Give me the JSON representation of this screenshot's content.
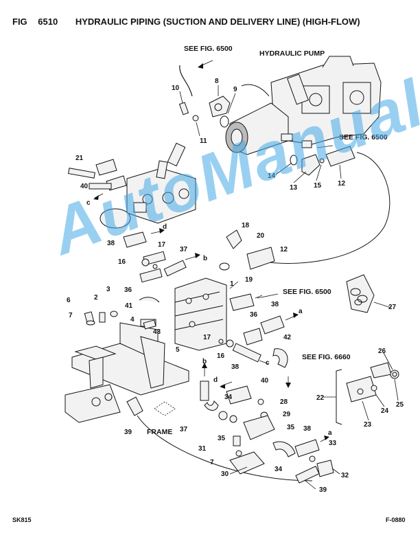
{
  "header": {
    "fig_label": "FIG",
    "fig_number": "6510",
    "title": "HYDRAULIC PIPING (SUCTION AND DELIVERY LINE) (HIGH-FLOW)"
  },
  "notes": {
    "see_6500_top": "SEE FIG. 6500",
    "hydraulic_pump": "HYDRAULIC PUMP",
    "see_6500_right": "SEE FIG. 6500",
    "see_6500_mid": "SEE FIG. 6500",
    "see_6660": "SEE FIG. 6660",
    "frame": "FRAME"
  },
  "callouts": [
    {
      "text": "8"
    },
    {
      "text": "9"
    },
    {
      "text": "10"
    },
    {
      "text": "11"
    },
    {
      "text": "21"
    },
    {
      "text": "40"
    },
    {
      "text": "c"
    },
    {
      "text": "14"
    },
    {
      "text": "13"
    },
    {
      "text": "15"
    },
    {
      "text": "12"
    },
    {
      "text": "d"
    },
    {
      "text": "38"
    },
    {
      "text": "17"
    },
    {
      "text": "16"
    },
    {
      "text": "37"
    },
    {
      "text": "b"
    },
    {
      "text": "18"
    },
    {
      "text": "20"
    },
    {
      "text": "12"
    },
    {
      "text": "19"
    },
    {
      "text": "1"
    },
    {
      "text": "36"
    },
    {
      "text": "41"
    },
    {
      "text": "6"
    },
    {
      "text": "2"
    },
    {
      "text": "3"
    },
    {
      "text": "7"
    },
    {
      "text": "4"
    },
    {
      "text": "43"
    },
    {
      "text": "5"
    },
    {
      "text": "17"
    },
    {
      "text": "16"
    },
    {
      "text": "38"
    },
    {
      "text": "a"
    },
    {
      "text": "36"
    },
    {
      "text": "42"
    },
    {
      "text": "c"
    },
    {
      "text": "40"
    },
    {
      "text": "27"
    },
    {
      "text": "b"
    },
    {
      "text": "d"
    },
    {
      "text": "38"
    },
    {
      "text": "34"
    },
    {
      "text": "28"
    },
    {
      "text": "29"
    },
    {
      "text": "37"
    },
    {
      "text": "35"
    },
    {
      "text": "39"
    },
    {
      "text": "38"
    },
    {
      "text": "a"
    },
    {
      "text": "35"
    },
    {
      "text": "33"
    },
    {
      "text": "31"
    },
    {
      "text": "7"
    },
    {
      "text": "34"
    },
    {
      "text": "30"
    },
    {
      "text": "32"
    },
    {
      "text": "39"
    },
    {
      "text": "26"
    },
    {
      "text": "22"
    },
    {
      "text": "24"
    },
    {
      "text": "25"
    },
    {
      "text": "23"
    }
  ],
  "footer": {
    "left": "SK815",
    "right": "F-0880"
  },
  "watermark": "AutoManual"
}
